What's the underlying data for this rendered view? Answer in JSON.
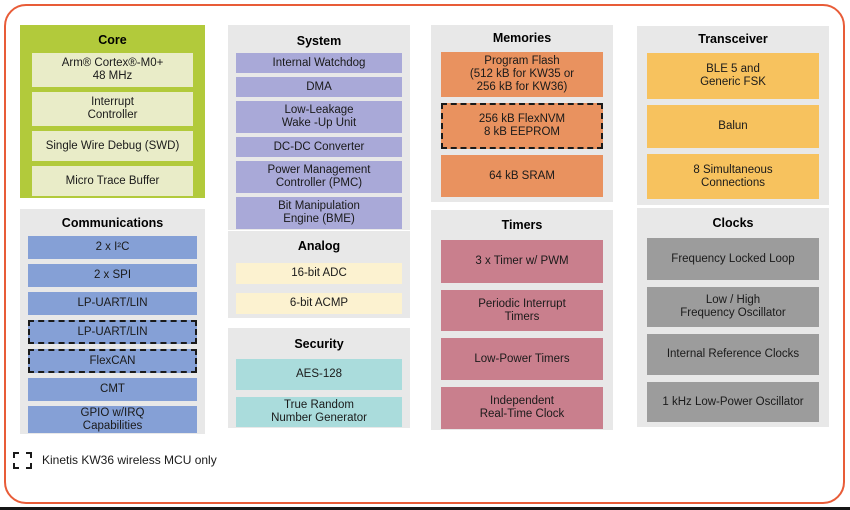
{
  "colors": {
    "page_border": "#E85C38",
    "bottom_rule": "#161616",
    "container_gray": "#E8E8E8",
    "core_container": "#B2CA3B",
    "core_item": "#E9ECC8",
    "communications_item": "#85A0D6",
    "system_item": "#A9A9D8",
    "analog_item": "#FCF2D0",
    "security_item": "#AADCDC",
    "memories_item": "#E9925F",
    "timers_item": "#C97F8D",
    "transceiver_item": "#F7C25E",
    "clocks_item": "#9C9C9C",
    "text": "#1a1a1a"
  },
  "groups": [
    {
      "title": "Core",
      "items": [
        {
          "label": "Arm® Cortex®-M0+\n48 MHz"
        },
        {
          "label": "Interrupt\nController"
        },
        {
          "label": "Single Wire Debug (SWD)"
        },
        {
          "label": "Micro Trace Buffer"
        }
      ]
    },
    {
      "title": "Communications",
      "items": [
        {
          "label": "2 x I²C"
        },
        {
          "label": "2 x  SPI"
        },
        {
          "label": "LP-UART/LIN"
        },
        {
          "label": "LP-UART/LIN",
          "kw36_only": true
        },
        {
          "label": "FlexCAN",
          "kw36_only": true
        },
        {
          "label": "CMT"
        },
        {
          "label": "GPIO w/IRQ\nCapabilities"
        }
      ]
    },
    {
      "title": "System",
      "items": [
        {
          "label": "Internal Watchdog"
        },
        {
          "label": "DMA"
        },
        {
          "label": "Low-Leakage\nWake -Up Unit"
        },
        {
          "label": "DC-DC Converter"
        },
        {
          "label": "Power Management\nController (PMC)"
        },
        {
          "label": "Bit Manipulation\nEngine (BME)"
        }
      ]
    },
    {
      "title": "Analog",
      "items": [
        {
          "label": "16-bit ADC"
        },
        {
          "label": "6-bit ACMP"
        }
      ]
    },
    {
      "title": "Security",
      "items": [
        {
          "label": "AES-128"
        },
        {
          "label": "True Random\nNumber Generator"
        }
      ]
    },
    {
      "title": "Memories",
      "items": [
        {
          "label": "Program Flash\n(512 kB for KW35 or\n256 kB for KW36)"
        },
        {
          "label": "256 kB FlexNVM\n8 kB EEPROM",
          "kw36_only": true
        },
        {
          "label": "64 kB SRAM"
        }
      ]
    },
    {
      "title": "Timers",
      "items": [
        {
          "label": "3 x Timer w/ PWM"
        },
        {
          "label": "Periodic Interrupt\nTimers"
        },
        {
          "label": "Low-Power Timers"
        },
        {
          "label": "Independent\nReal-Time Clock"
        }
      ]
    },
    {
      "title": "Transceiver",
      "items": [
        {
          "label": "BLE 5 and\nGeneric FSK"
        },
        {
          "label": "Balun"
        },
        {
          "label": "8 Simultaneous\nConnections"
        }
      ]
    },
    {
      "title": "Clocks",
      "items": [
        {
          "label": "Frequency Locked Loop"
        },
        {
          "label": "Low / High\nFrequency Oscillator"
        },
        {
          "label": "Internal Reference Clocks"
        },
        {
          "label": "1 kHz Low-Power Oscillator"
        }
      ]
    }
  ],
  "legend": {
    "label": "Kinetis KW36 wireless MCU only"
  }
}
